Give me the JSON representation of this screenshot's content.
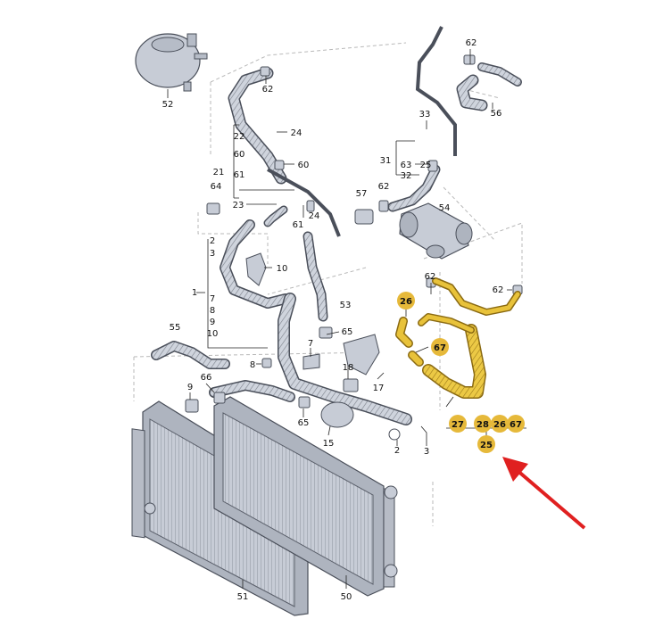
{
  "colors": {
    "part_fill": "#c7ccd6",
    "part_stroke": "#4a4f5a",
    "highlight_fill": "#e8c23a",
    "highlight_stroke": "#8a6a12",
    "badge_fill": "#e6b93a",
    "arrow": "#e02020",
    "leader": "#222222",
    "dash": "#b9b9b9"
  },
  "icons": {
    "pointer": "red-arrow-icon"
  },
  "labels": [
    {
      "id": "l52",
      "text": "52"
    },
    {
      "id": "l62a",
      "text": "62"
    },
    {
      "id": "l62b",
      "text": "62"
    },
    {
      "id": "l56",
      "text": "56"
    },
    {
      "id": "l33",
      "text": "33"
    },
    {
      "id": "l24a",
      "text": "24"
    },
    {
      "id": "l22",
      "text": "22"
    },
    {
      "id": "l60a",
      "text": "60"
    },
    {
      "id": "l60b",
      "text": "60"
    },
    {
      "id": "l21",
      "text": "21"
    },
    {
      "id": "l61a",
      "text": "61"
    },
    {
      "id": "l31",
      "text": "31"
    },
    {
      "id": "l63",
      "text": "63"
    },
    {
      "id": "l25a",
      "text": "25"
    },
    {
      "id": "l32",
      "text": "32"
    },
    {
      "id": "l64",
      "text": "64"
    },
    {
      "id": "l23",
      "text": "23"
    },
    {
      "id": "l24b",
      "text": "24"
    },
    {
      "id": "l61b",
      "text": "61"
    },
    {
      "id": "l57",
      "text": "57"
    },
    {
      "id": "l62c",
      "text": "62"
    },
    {
      "id": "l54",
      "text": "54"
    },
    {
      "id": "l2a",
      "text": "2"
    },
    {
      "id": "l3a",
      "text": "3"
    },
    {
      "id": "l10a",
      "text": "10"
    },
    {
      "id": "l62d",
      "text": "62"
    },
    {
      "id": "l62e",
      "text": "62"
    },
    {
      "id": "l1",
      "text": "1"
    },
    {
      "id": "l7a",
      "text": "7"
    },
    {
      "id": "l8a",
      "text": "8"
    },
    {
      "id": "l9a",
      "text": "9"
    },
    {
      "id": "l10b",
      "text": "10"
    },
    {
      "id": "l53",
      "text": "53"
    },
    {
      "id": "l55",
      "text": "55"
    },
    {
      "id": "l65a",
      "text": "65"
    },
    {
      "id": "l7b",
      "text": "7"
    },
    {
      "id": "l8b",
      "text": "8"
    },
    {
      "id": "l18",
      "text": "18"
    },
    {
      "id": "l17",
      "text": "17"
    },
    {
      "id": "l9b",
      "text": "9"
    },
    {
      "id": "l66",
      "text": "66"
    },
    {
      "id": "l65b",
      "text": "65"
    },
    {
      "id": "l15",
      "text": "15"
    },
    {
      "id": "l2b",
      "text": "2"
    },
    {
      "id": "l3b",
      "text": "3"
    },
    {
      "id": "l51",
      "text": "51"
    },
    {
      "id": "l50",
      "text": "50"
    }
  ],
  "highlighted": [
    {
      "id": "h26a",
      "text": "26"
    },
    {
      "id": "h67a",
      "text": "67"
    },
    {
      "id": "h27",
      "text": "27"
    },
    {
      "id": "h28",
      "text": "28"
    },
    {
      "id": "h26b",
      "text": "26"
    },
    {
      "id": "h67b",
      "text": "67"
    },
    {
      "id": "h25",
      "text": "25"
    }
  ]
}
